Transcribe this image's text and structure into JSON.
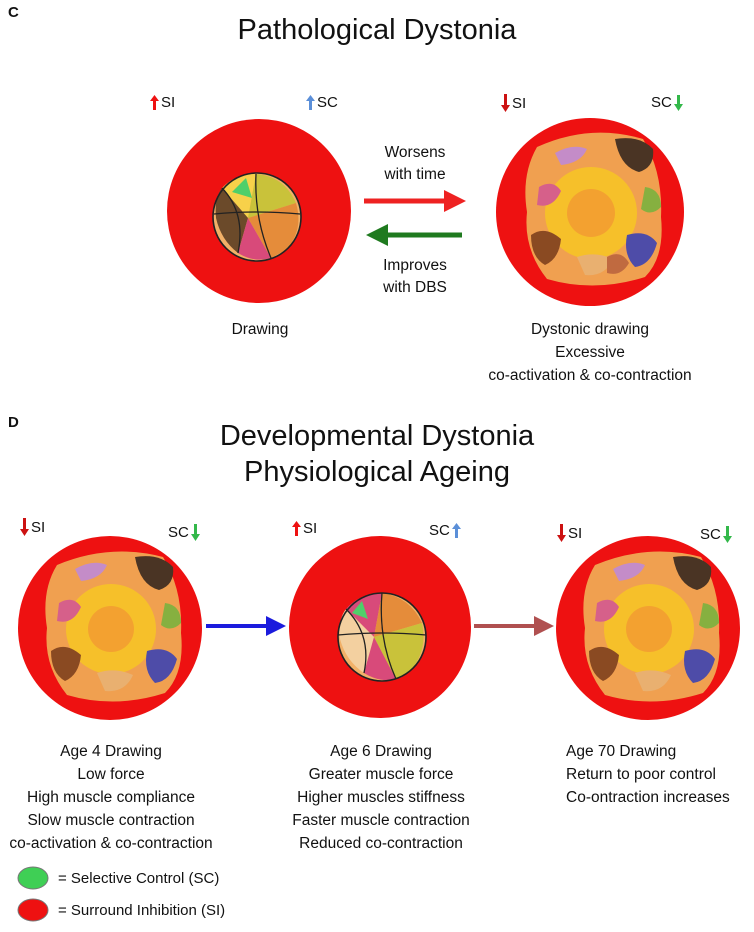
{
  "panel_c": {
    "letter": "C",
    "title": "Pathological Dystonia",
    "left": {
      "si_label": "SI",
      "si_dir": "up",
      "sc_label": "SC",
      "sc_dir": "up",
      "caption": [
        "Drawing"
      ]
    },
    "right": {
      "si_label": "SI",
      "si_dir": "down",
      "sc_label": "SC",
      "sc_dir": "down",
      "caption": [
        "Dystonic drawing",
        "Excessive",
        "co-activation & co-contraction"
      ]
    },
    "forward_label": [
      "Worsens",
      "with time"
    ],
    "backward_label": [
      "Improves",
      "with DBS"
    ]
  },
  "panel_d": {
    "letter": "D",
    "title": [
      "Developmental Dystonia",
      "Physiological Ageing"
    ],
    "stages": [
      {
        "si_label": "SI",
        "si_dir": "down",
        "sc_label": "SC",
        "sc_dir": "down",
        "caption": [
          "Age 4 Drawing",
          "Low force",
          "High muscle compliance",
          "Slow muscle contraction",
          "co-activation & co-contraction"
        ]
      },
      {
        "si_label": "SI",
        "si_dir": "up",
        "sc_label": "SC",
        "sc_dir": "up",
        "caption": [
          "Age 6 Drawing",
          "Greater muscle force",
          "Higher muscles stiffness",
          "Faster muscle contraction",
          "Reduced co-contraction"
        ]
      },
      {
        "si_label": "SI",
        "si_dir": "down",
        "sc_label": "SC",
        "sc_dir": "down",
        "caption": [
          "Age 70 Drawing",
          "Return to poor control",
          "Co-ontraction increases"
        ]
      }
    ]
  },
  "legend": [
    {
      "label": "= Selective Control (SC)",
      "color": "#3fcf55"
    },
    {
      "label": "= Surround Inhibition (SI)",
      "color": "#ee1111"
    }
  ],
  "colors": {
    "surround_red": "#ee1111",
    "si_up": "#ee1111",
    "si_down": "#cc1111",
    "sc_up": "#5b8fd8",
    "sc_down": "#33b84a",
    "forward_arrow": "#ee2222",
    "backward_arrow": "#1f7a1f",
    "blue_arrow": "#1b1bdd",
    "brown_arrow": "#b05050"
  }
}
